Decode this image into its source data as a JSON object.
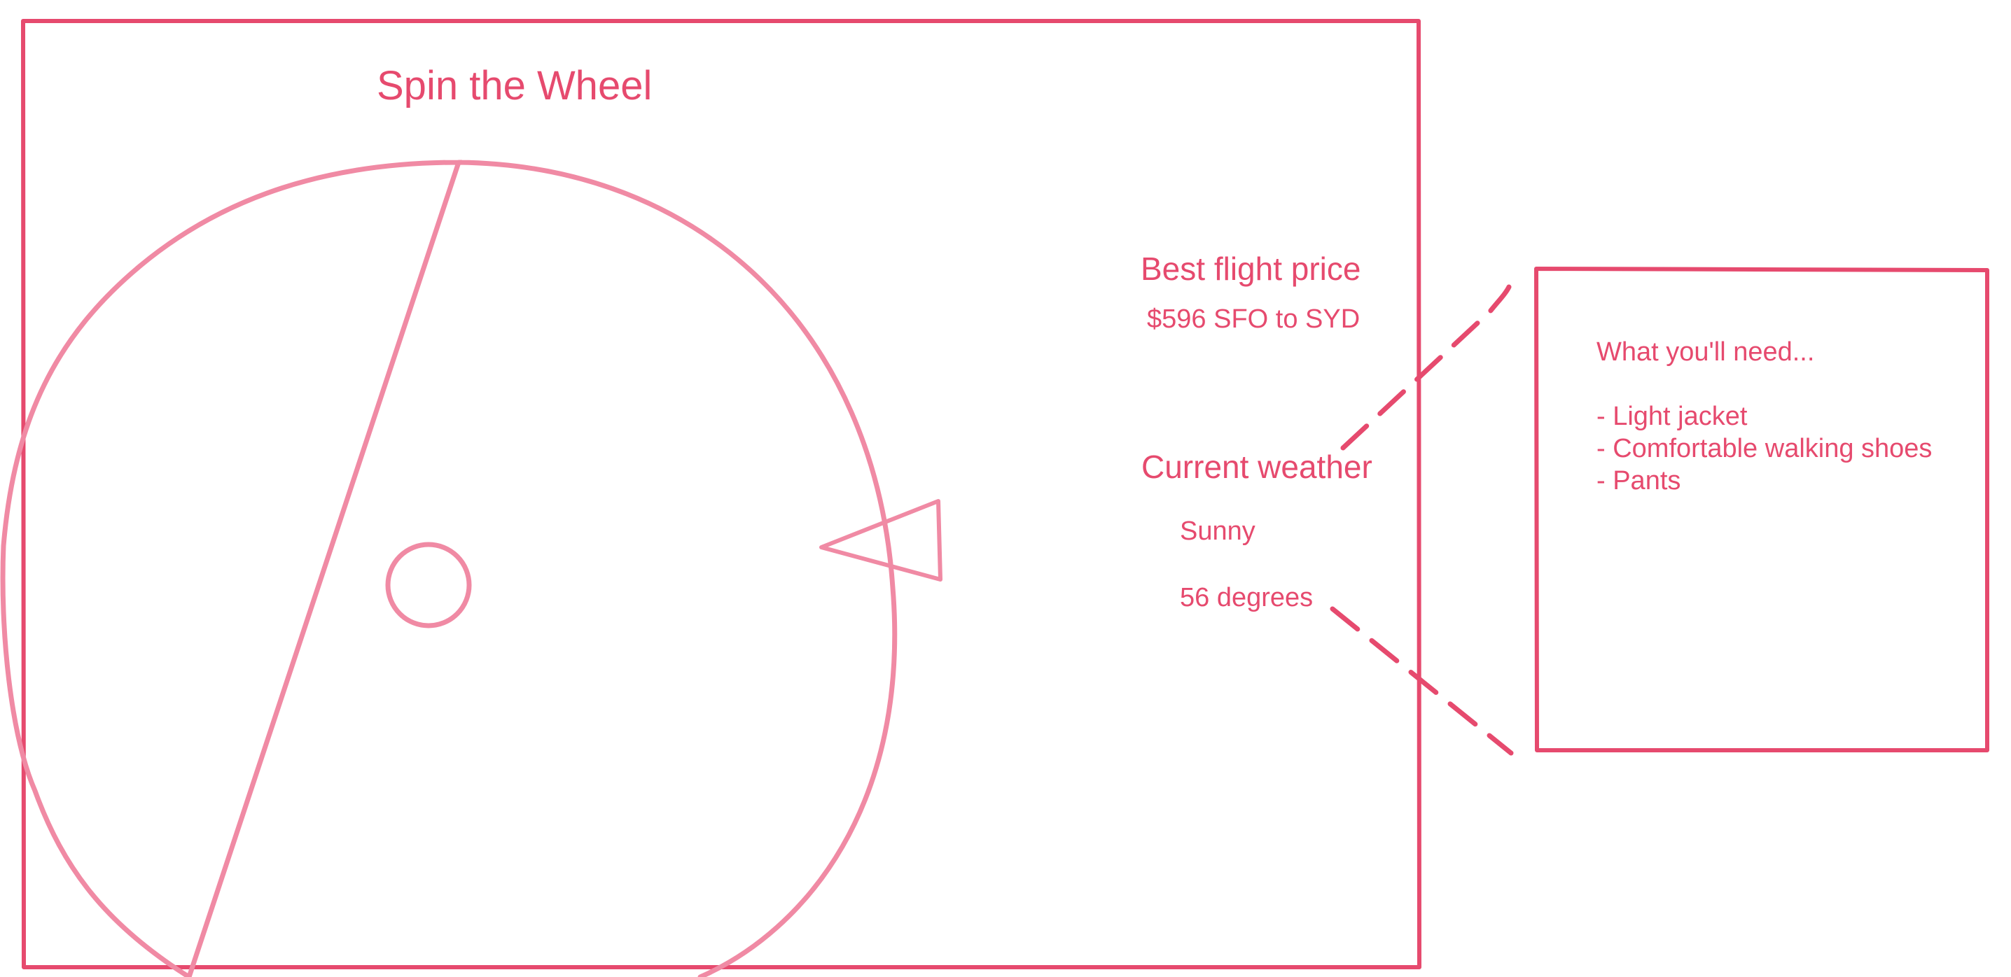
{
  "colors": {
    "stroke": "#e64a6e",
    "stroke_light": "#f08aa4",
    "background": "#ffffff"
  },
  "main_panel": {
    "title": "Spin the Wheel"
  },
  "wheel": {
    "center_icon": "circle",
    "pointer_icon": "triangle"
  },
  "flight": {
    "heading": "Best flight price",
    "value": "$596 SFO to SYD"
  },
  "weather": {
    "heading": "Current weather",
    "condition": "Sunny",
    "temperature": "56 degrees"
  },
  "callout": {
    "heading": "What you'll need...",
    "items": [
      "- Light jacket",
      "- Comfortable walking shoes",
      "- Pants"
    ]
  }
}
